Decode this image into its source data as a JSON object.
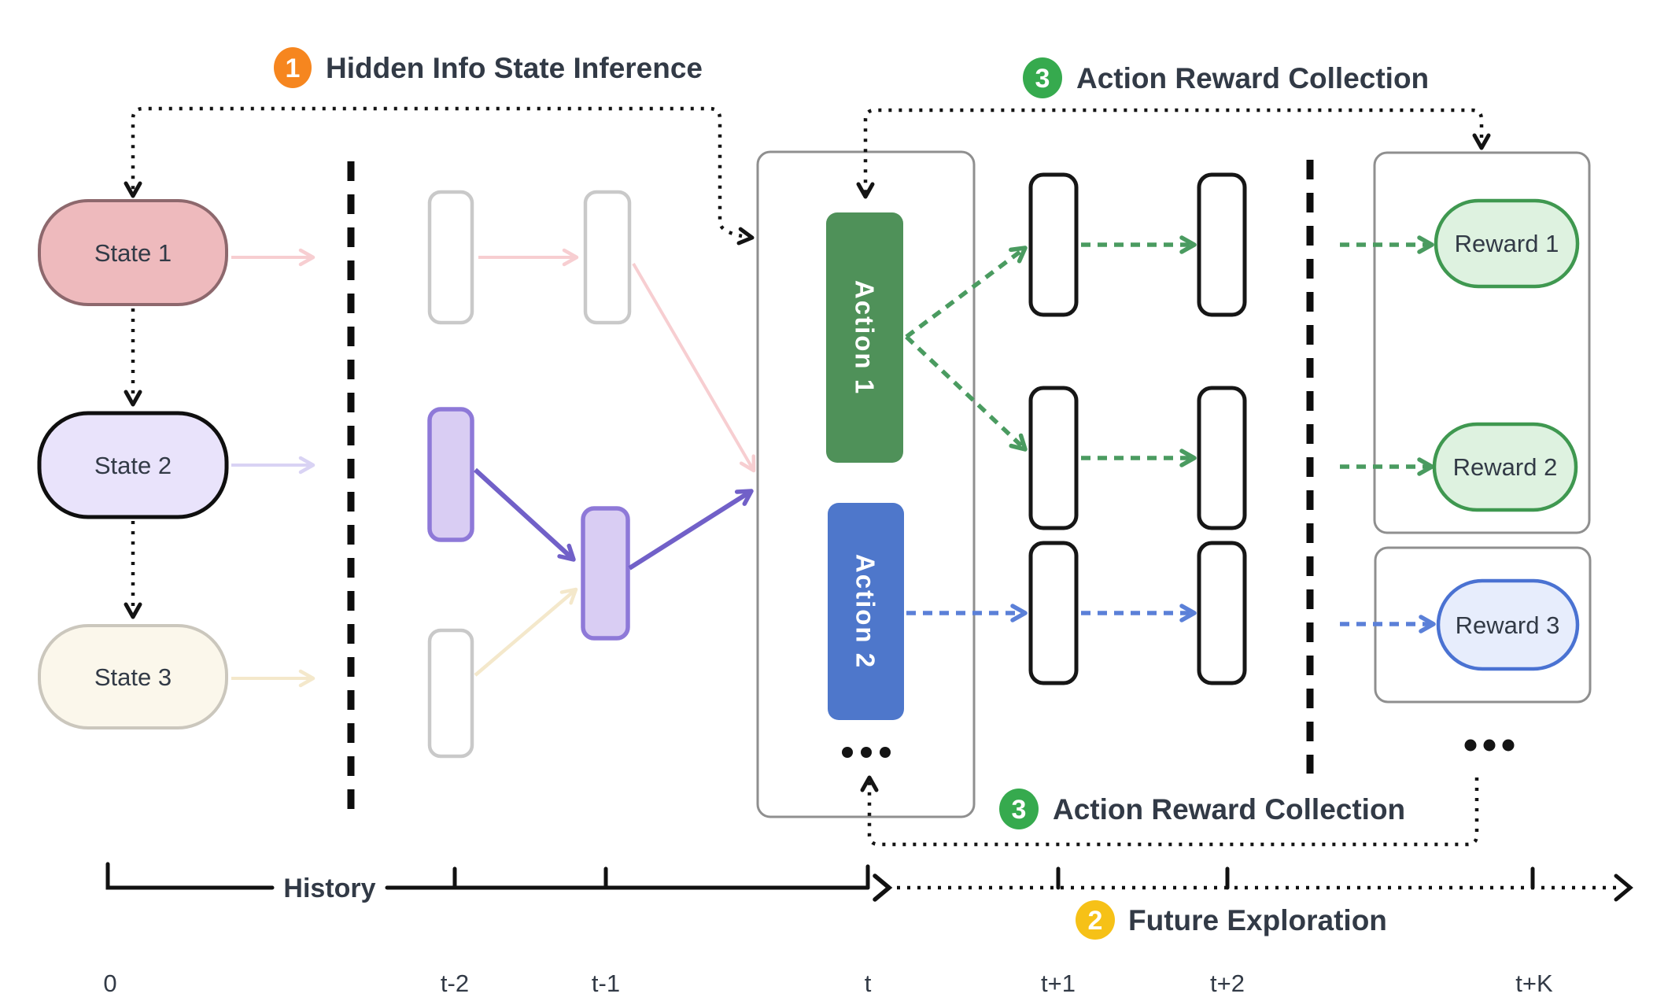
{
  "figure": {
    "step1": {
      "number": "1",
      "label": "Hidden Info State Inference"
    },
    "step2": {
      "number": "2",
      "label": "Future Exploration"
    },
    "step3_top": {
      "number": "3",
      "label": "Action Reward Collection"
    },
    "step3_bottom": {
      "number": "3",
      "label": "Action Reward Collection"
    }
  },
  "states": [
    {
      "label": "State 1",
      "fill": "#eebabd",
      "border": "#8d686d"
    },
    {
      "label": "State 2",
      "fill": "#e9e3fb",
      "border": "#0f0f0f"
    },
    {
      "label": "State 3",
      "fill": "#fbf7eb",
      "border": "#cbc7bd"
    }
  ],
  "actions": [
    {
      "label": "Action 1",
      "fill": "#4f9159"
    },
    {
      "label": "Action 2",
      "fill": "#4e77cb"
    }
  ],
  "rewards": [
    {
      "label": "Reward 1",
      "fill": "#def2e0",
      "border": "#3f9850"
    },
    {
      "label": "Reward 2",
      "fill": "#def2e0",
      "border": "#3f9850"
    },
    {
      "label": "Reward 3",
      "fill": "#e7edfc",
      "border": "#4a72d2"
    }
  ],
  "timeline": {
    "history_label": "History",
    "ticks": [
      "0",
      "t-2",
      "t-1",
      "t",
      "t+1",
      "t+2",
      "t+K"
    ]
  },
  "colors": {
    "badge1": "#f6861f",
    "badge2": "#f6c117",
    "badge3": "#36aa4e",
    "text": "#323a46",
    "pink_arrow": "#f7ced1",
    "lavender_arrow": "#d9d3f4",
    "cream_arrow": "#f4e8cb",
    "purple_arrow": "#7160c8",
    "purple_box_fill": "#d9cdf3",
    "purple_box_border": "#8e79d8",
    "green_arrow": "#4a9b60",
    "blue_arrow": "#5b80d8",
    "gray_box_border": "#c9c9c9",
    "container_border": "#8f8f8f",
    "black": "#141414"
  }
}
